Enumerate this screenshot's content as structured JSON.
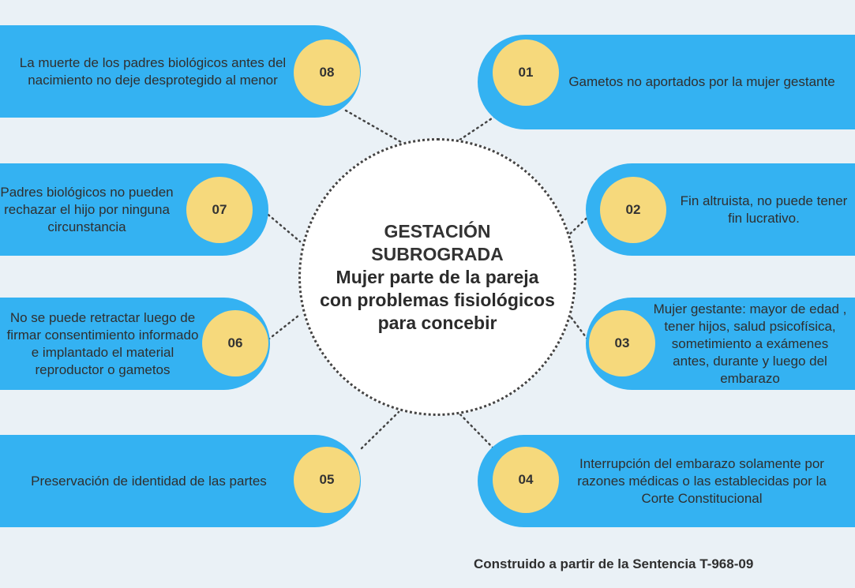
{
  "center": {
    "title_line1": "GESTACIÓN",
    "title_line2": "SUBROGRADA",
    "subtitle": "Mujer parte de la pareja con problemas fisiológicos para concebir"
  },
  "items": [
    {
      "number": "01",
      "text": "Gametos no aportados por la mujer gestante"
    },
    {
      "number": "02",
      "text": "Fin altruista, no puede tener fin lucrativo."
    },
    {
      "number": "03",
      "text": "Mujer gestante: mayor de edad , tener hijos, salud psicofísica, sometimiento a exámenes antes, durante y luego del embarazo"
    },
    {
      "number": "04",
      "text": "Interrupción del embarazo solamente por razones médicas o las establecidas por la Corte Constitucional"
    },
    {
      "number": "05",
      "text": "Preservación de  identidad de las partes"
    },
    {
      "number": "06",
      "text": "No se puede retractar luego de firmar consentimiento informado e implantado el material reproductor o gametos"
    },
    {
      "number": "07",
      "text": "Padres biológicos no pueden rechazar el hijo por ninguna circunstancia"
    },
    {
      "number": "08",
      "text": "La muerte de los padres biológicos antes del nacimiento no deje desprotegido al menor"
    }
  ],
  "footer": "Construido a partir de la Sentencia T-968-09",
  "colors": {
    "pill": "#34b2f2",
    "badge": "#f6d97c",
    "background": "#eaf1f6",
    "center": "#ffffff"
  }
}
